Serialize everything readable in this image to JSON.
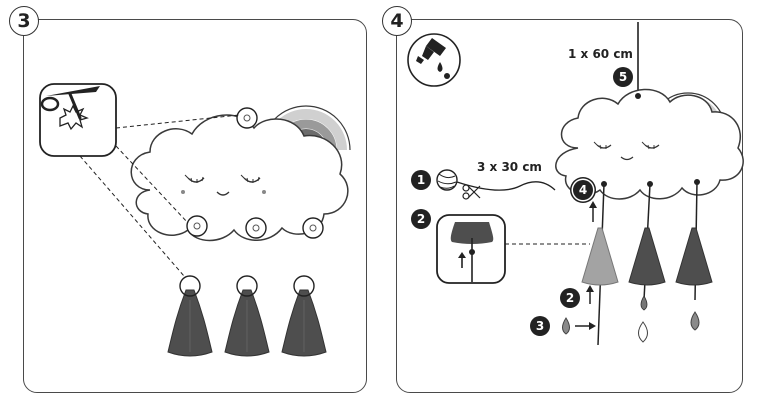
{
  "steps": [
    {
      "number": "3"
    },
    {
      "number": "4"
    }
  ],
  "step4": {
    "long_cord_label": "1 x 60 cm",
    "short_cords_label": "3 x 30 cm",
    "badges": [
      "1",
      "2",
      "2",
      "3",
      "4",
      "5"
    ]
  },
  "colors": {
    "outline": "#3a3a3a",
    "cone_dark": "#4e4e4e",
    "cone_light": "#a3a3a3",
    "rainbow_outer": "#d0d0d0",
    "rainbow_middle": "#9a9a9a",
    "rainbow_inner": "#6c6c6c",
    "drop_gray": "#8a8a8a"
  },
  "icons": [
    "scissors-icon",
    "yarn-ball-icon",
    "glue-bottle-icon",
    "arrow-up-icon",
    "arrow-right-icon"
  ]
}
